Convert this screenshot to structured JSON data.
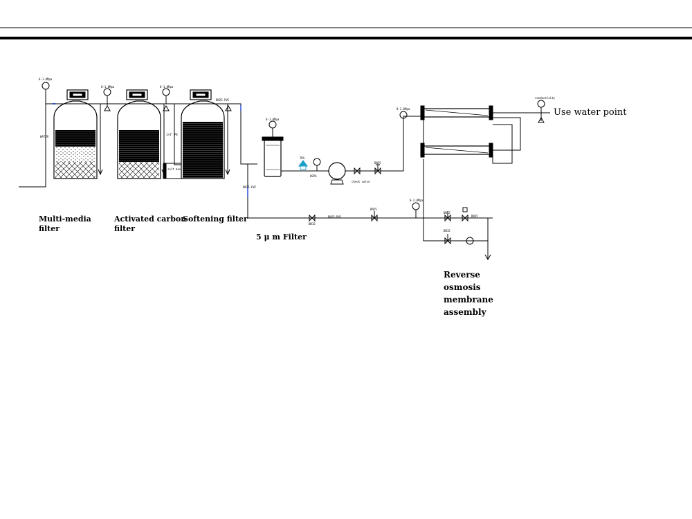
{
  "labels": {
    "multimedia": [
      "Multi-media",
      "filter"
    ],
    "carbon": [
      "Activated carbon",
      "filter"
    ],
    "softening": "Softening filter",
    "five_um": "5 μ m Filter",
    "ro": [
      "Reverse",
      "osmosis",
      "membrane",
      "assembly"
    ],
    "use_point": "Use water point"
  },
  "tiny_tags": {
    "g1": "0-1.0Mpa",
    "g2": "0-1.0Mpa",
    "g3": "0-1.0Mpa",
    "g4": "0-1.0Mpa",
    "g5": "0-2.0Mpa",
    "g6": "0-2.0Mpa",
    "inlet": "WATER",
    "salt": "salt box",
    "brine": "1/4\" PE",
    "pipe1": "DN25-PVC",
    "pipe2": "DN25-PVC",
    "pipe3": "DN25-PVC",
    "dn1": "DN15",
    "dn2": "DN25",
    "dn3": "DN25",
    "dn4": "DN15",
    "dn5": "DN15",
    "dn6": "DN15",
    "sensor": "TDS",
    "pump1": "HSPA",
    "valve": "check valve",
    "cond": "conductivity"
  },
  "colors": {
    "line": "#000000",
    "accent": "#2a4fd6",
    "sensor": "#1da0c8"
  }
}
